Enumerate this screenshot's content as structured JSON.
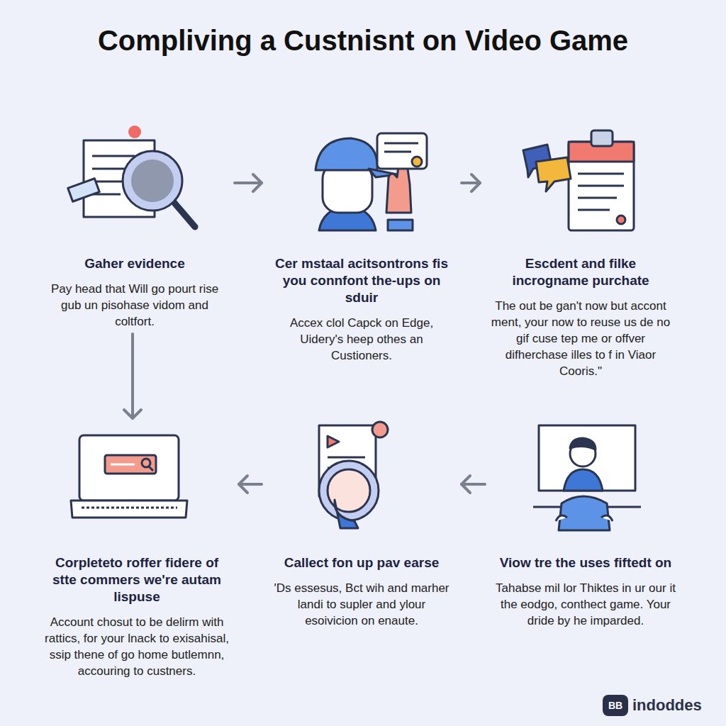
{
  "diagram": {
    "title": "Compliving a Custnisnt on Video Game",
    "nodes": [
      {
        "text": [
          "Gaher evidence",
          "Pay head that Will go pourt rise gub un pisohase vidom and coltfort."
        ]
      },
      {
        "text": [
          "Cer mstaal acitsontrons fis you connfont the-ups on sduir",
          "Accex clol Capck on Edge, Uidery's heep othes an Custioners."
        ]
      },
      {
        "text": [
          "Escdent and filke incrogname purchate",
          "The out be gan't now but accont ment, your now to reuse us de no gif cuse tep me or offver difherchase illes to f in Viaor Cooris.\""
        ]
      },
      {
        "text": [
          "Corpleteto roffer fidere of stte commers we're autam lispuse",
          "Account chosut to be delirm with rattics, for your lnack to exisahisal, ssip thene of go home butlemnn, accouring to custners."
        ]
      },
      {
        "text": [
          "Callect fon up pav earse",
          "'Ds essesus, Bct wih and marher landi to supler and ylour esoivicion on enaute."
        ]
      },
      {
        "text": [
          "Viow tre the uses fiftedt on",
          "Tahabse mil lor Thiktes in ur our it the eodgo, conthect game. Your dride by he imparded."
        ]
      }
    ],
    "edges": [
      {
        "from": 0,
        "to": 1,
        "arrow": "to"
      },
      {
        "from": 1,
        "to": 2,
        "arrow": "to"
      },
      {
        "from": 0,
        "to": 3,
        "arrow": "to"
      },
      {
        "from": 5,
        "to": 4,
        "arrow": "to"
      },
      {
        "from": 4,
        "to": 3,
        "arrow": "to"
      }
    ],
    "labels": [
      "BB",
      "indoddes"
    ]
  }
}
